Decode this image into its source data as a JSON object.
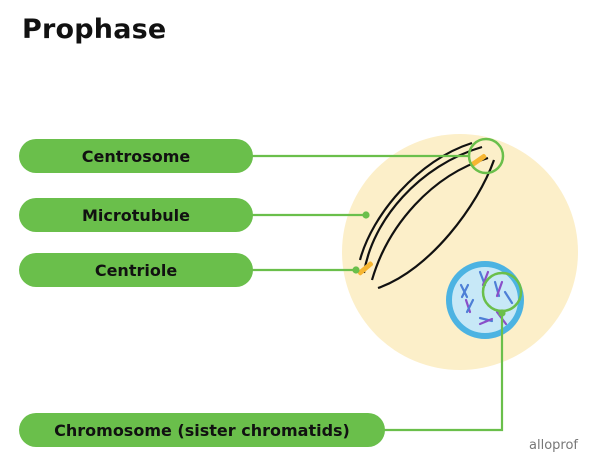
{
  "title": "Prophase",
  "labels": {
    "centrosome": "Centrosome",
    "microtubule": "Microtubule",
    "centriole": "Centriole",
    "chromosome": "Chromosome (sister chromatids)"
  },
  "brand": "alloprof",
  "colors": {
    "label_fill": "#6abf4b",
    "cell": "#fcefc9",
    "centriole": "#f6b632",
    "nucleus_ring": "#4cb3e2",
    "nucleus_fill": "#c7e8f7",
    "chromosome_blue": "#4d7fd6",
    "chromosome_purple": "#8a4fc9"
  }
}
